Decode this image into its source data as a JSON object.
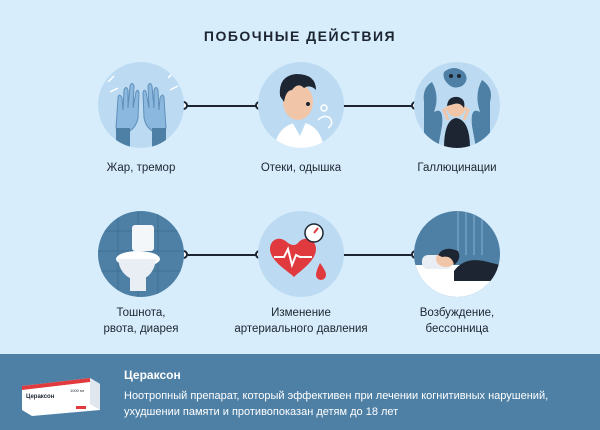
{
  "title": "ПОБОЧНЫЕ ДЕЙСТВИЯ",
  "effects": [
    {
      "label": "Жар, тремор",
      "icon": "hands-tremor-icon"
    },
    {
      "label": "Отеки, одышка",
      "icon": "shortness-of-breath-icon"
    },
    {
      "label": "Галлюцинации",
      "icon": "hallucinations-icon"
    },
    {
      "label": "Тошнота,\nрвота, диарея",
      "icon": "toilet-icon"
    },
    {
      "label": "Изменение\nартериального давления",
      "icon": "heart-pressure-icon"
    },
    {
      "label": "Возбуждение,\nбессонница",
      "icon": "insomnia-icon"
    }
  ],
  "drug": {
    "name": "Цераксон",
    "description": "Ноотропный препарат, который эффективен при лечении когнитивных нарушений, ухудшении памяти и противопоказан детям до 18 лет",
    "package_name": "Цераксон",
    "package_dose": "1000 мг"
  },
  "colors": {
    "background": "#d7edfb",
    "circle": "#bcdbf2",
    "dark": "#1c2531",
    "footer": "#4e80a6",
    "accent_red": "#e03a3e"
  }
}
